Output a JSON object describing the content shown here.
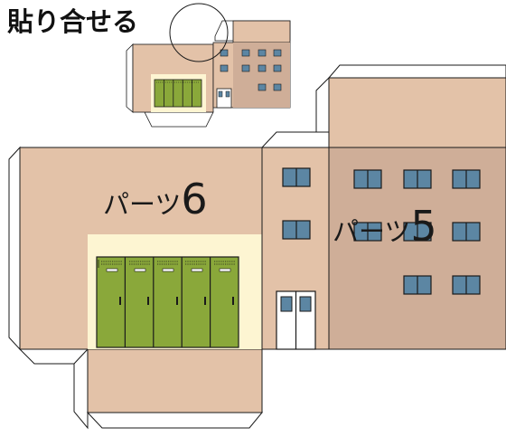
{
  "heading": "貼り合せる",
  "part6": {
    "prefix": "パーツ",
    "number": "6"
  },
  "part5": {
    "prefix": "パーツ",
    "number": "5"
  },
  "colors": {
    "wall": "#e3c2a8",
    "wall_shadow": "#cfae98",
    "locker_panel": "#fdf5d2",
    "locker_green": "#8aa83a",
    "window_blue": "#5c86a3",
    "outline": "#1a1a1a"
  },
  "icons": [
    "locker-icon",
    "window-icon",
    "double-door-icon",
    "circle-marker-icon"
  ]
}
